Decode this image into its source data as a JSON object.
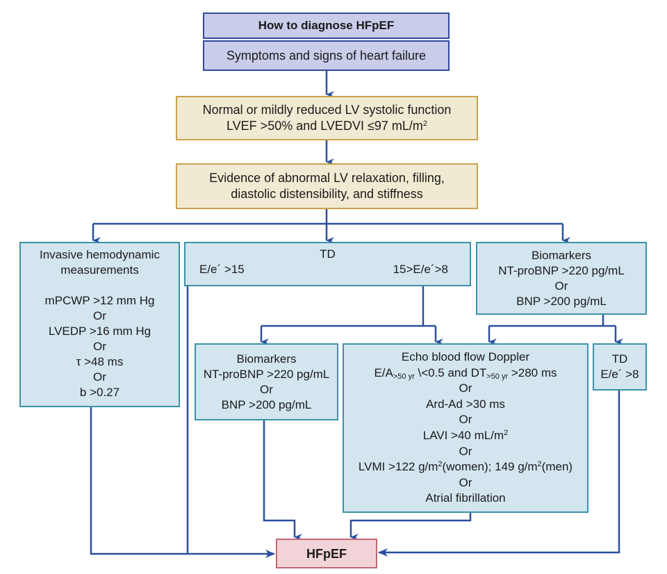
{
  "title": "How to diagnose HFpEF",
  "steps": {
    "symptoms": "Symptoms and signs of heart failure",
    "systolic": {
      "line1": "Normal or mildly reduced LV systolic function",
      "line2_prefix": "LVEF >50% and LVEDVI ≤97 mL/m",
      "line2_sup": "2"
    },
    "evidence": {
      "line1": "Evidence of abnormal LV relaxation, filling,",
      "line2": "diastolic distensibility, and stiffness"
    }
  },
  "invasive": {
    "title1": "Invasive hemodynamic",
    "title2": "measurements",
    "criteria": [
      "mPCWP >12 mm Hg",
      "Or",
      "LVEDP >16 mm Hg",
      "Or",
      "τ >48 ms",
      "Or",
      "b >0.27"
    ]
  },
  "td_main": {
    "title": "TD",
    "left": "E/e´ >15",
    "right": "15>E/e´>8"
  },
  "biomarkers_right": {
    "title": "Biomarkers",
    "lines": [
      "NT-proBNP >220 pg/mL",
      "Or",
      "BNP >200 pg/mL"
    ]
  },
  "biomarkers_mid": {
    "title": "Biomarkers",
    "lines": [
      "NT-proBNP >220 pg/mL",
      "Or",
      "BNP >200 pg/mL"
    ]
  },
  "echo": {
    "title": "Echo blood flow Doppler",
    "ea": {
      "a": "E/A",
      "sub1": ">50 yr",
      "b": " \\<0.5 and DT",
      "sub2": ">50 yr",
      "c": " >280 ms"
    },
    "or1": "Or",
    "ard": "Ard-Ad >30 ms",
    "or2": "Or",
    "lavi": {
      "text": "LAVI >40 mL/m",
      "sup": "2"
    },
    "or3": "Or",
    "lvmi": {
      "a": "LVMI >122 g/m",
      "sup1": "2",
      "b": "(women); 149 g/m",
      "sup2": "2",
      "c": "(men)"
    },
    "or4": "Or",
    "af": "Atrial fibrillation"
  },
  "td_small": {
    "title": "TD",
    "value": "E/e´ >8"
  },
  "result": "HFpEF",
  "colors": {
    "arrow": "#2a4f9e",
    "header_fill": "#c9cdea",
    "step_fill": "#f1ead2",
    "criteria_fill": "#d3e5ef",
    "result_fill": "#f2d3d8"
  }
}
